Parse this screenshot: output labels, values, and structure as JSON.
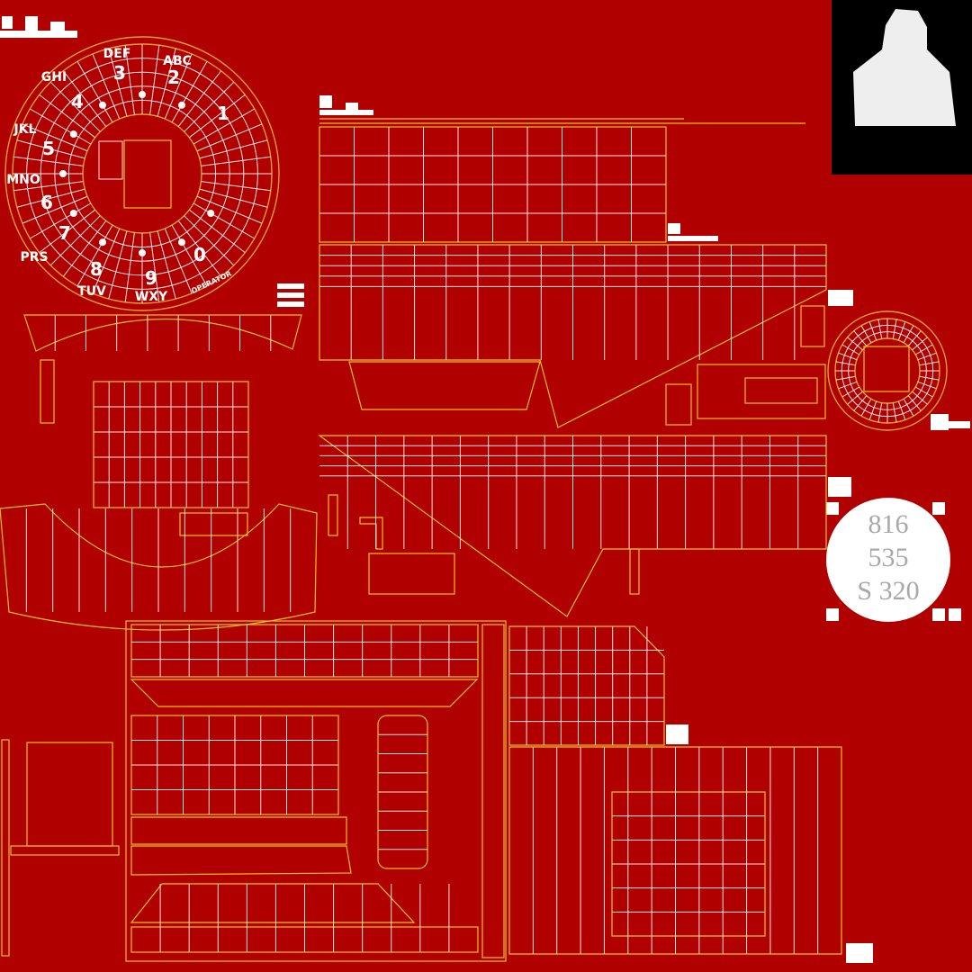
{
  "colors": {
    "background": "#b00000",
    "uv_island_outline": "#e8c020",
    "uv_edge": "#f4e6e6",
    "label_plate": "#ffffff",
    "thumbnail_bg": "#000000"
  },
  "dial": {
    "digits": [
      "1",
      "2",
      "3",
      "4",
      "5",
      "6",
      "7",
      "8",
      "9",
      "0"
    ],
    "letters": [
      "ABC",
      "DEF",
      "GHI",
      "JKL",
      "MNO",
      "PRS",
      "TUV",
      "WXY"
    ],
    "operator": "OPERATOR"
  },
  "number_plate": {
    "lines": [
      "816",
      "535",
      "S 320"
    ]
  }
}
